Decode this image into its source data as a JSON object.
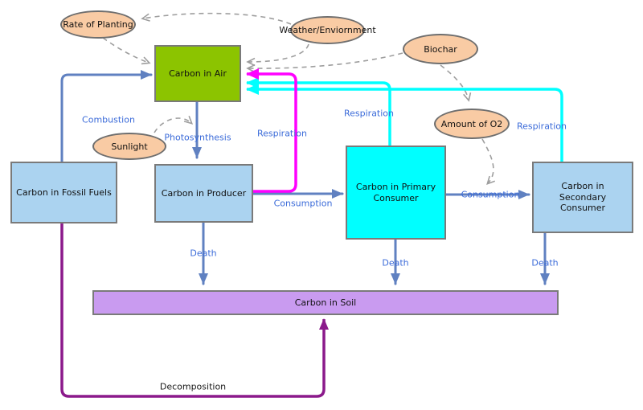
{
  "nodes": {
    "rate_of_planting": {
      "label": "Rate of Planting",
      "fill": "#F9CBA4"
    },
    "weather_environment": {
      "label": "Weather/Enviornment",
      "fill": "#F9CBA4"
    },
    "biochar": {
      "label": "Biochar",
      "fill": "#F9CBA4"
    },
    "amount_of_o2": {
      "label": "Amount of O2",
      "fill": "#F9CBA4"
    },
    "sunlight": {
      "label": "Sunlight",
      "fill": "#F9CBA4"
    },
    "carbon_in_air": {
      "label": "Carbon in Air",
      "fill": "#8CC400"
    },
    "carbon_in_fossil_fuels": {
      "label": "Carbon in Fossil Fuels",
      "fill": "#ABD3F0"
    },
    "carbon_in_producer": {
      "label": "Carbon in Producer",
      "fill": "#ABD3F0"
    },
    "carbon_in_primary_consumer": {
      "label": "Carbon in Primary Consumer",
      "fill": "#00FFFF"
    },
    "carbon_in_secondary_consumer": {
      "label": "Carbon in Secondary Consumer",
      "fill": "#ABD3F0"
    },
    "carbon_in_soil": {
      "label": "Carbon in Soil",
      "fill": "#C99BF0"
    }
  },
  "edges": {
    "combustion": {
      "label": "Combustion",
      "color": "#6081C1"
    },
    "photosynthesis": {
      "label": "Photosynthesis",
      "color": "#6081C1"
    },
    "respiration_producer": {
      "label": "Respiration",
      "color": "#FF00FF"
    },
    "respiration_primary": {
      "label": "Respiration",
      "color": "#00FFFF"
    },
    "respiration_secondary": {
      "label": "Respiration",
      "color": "#00FFFF"
    },
    "consumption_producer_to_primary": {
      "label": "Consumption",
      "color": "#6081C1"
    },
    "consumption_primary_to_secondary": {
      "label": "Consumption",
      "color": "#6081C1"
    },
    "death_producer": {
      "label": "Death",
      "color": "#6081C1"
    },
    "death_primary": {
      "label": "Death",
      "color": "#6081C1"
    },
    "death_secondary": {
      "label": "Death",
      "color": "#6081C1"
    },
    "decomposition": {
      "label": "Decomposition",
      "color": "#8B1A8B"
    }
  },
  "colors": {
    "blue_arrow": "#6081C1",
    "magenta_arrow": "#FF00FF",
    "cyan_arrow": "#00FFFF",
    "purple_arrow": "#8B1A8B",
    "dashed_influence_link": "#9E9E9E",
    "edge_label_text": "#3B6BD9",
    "node_border": "#7A7A7A",
    "background": "#FFFFFF"
  }
}
